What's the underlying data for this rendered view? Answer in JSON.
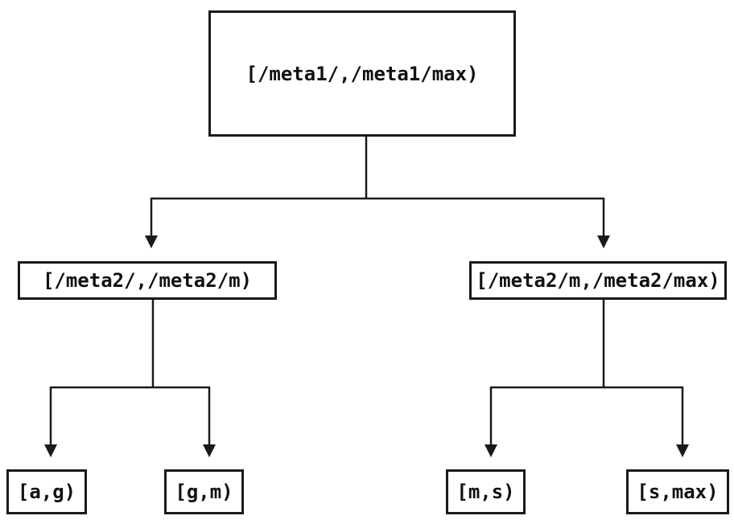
{
  "diagram": {
    "type": "binary-range-partition-tree",
    "background_color": "#ffffff",
    "line_color": "#1a1a1a",
    "text_color": "#111111",
    "nodes": {
      "root": {
        "label": "[/meta1/,/meta1/max)"
      },
      "left_mid": {
        "label": "[/meta2/,/meta2/m)"
      },
      "right_mid": {
        "label": "[/meta2/m,/meta2/max)"
      },
      "leaf_ag": {
        "label": "[a,g)"
      },
      "leaf_gm": {
        "label": "[g,m)"
      },
      "leaf_ms": {
        "label": "[m,s)"
      },
      "leaf_smax": {
        "label": "[s,max)"
      }
    },
    "edges": [
      {
        "from": "root",
        "to": "left_mid"
      },
      {
        "from": "root",
        "to": "right_mid"
      },
      {
        "from": "left_mid",
        "to": "leaf_ag"
      },
      {
        "from": "left_mid",
        "to": "leaf_gm"
      },
      {
        "from": "right_mid",
        "to": "leaf_ms"
      },
      {
        "from": "right_mid",
        "to": "leaf_smax"
      }
    ]
  }
}
